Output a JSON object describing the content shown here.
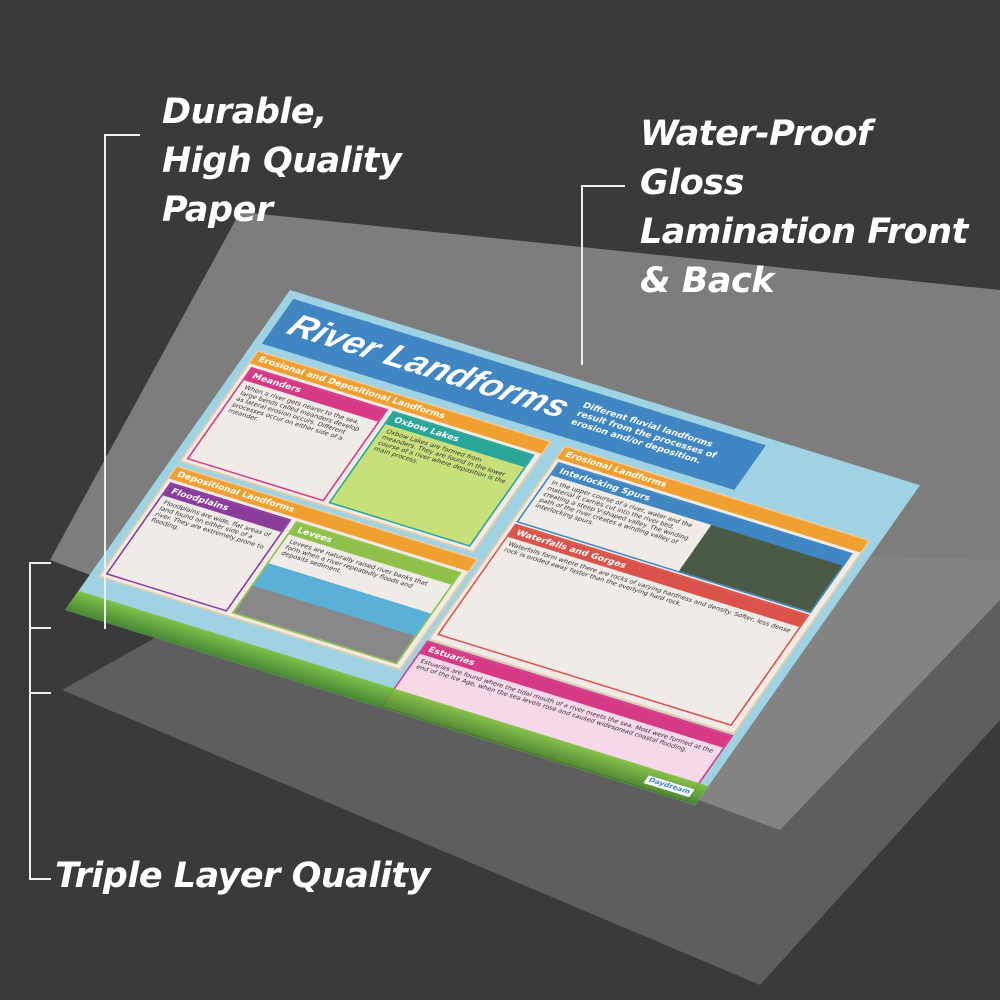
{
  "callouts": {
    "paper": "Durable, High Quality Paper",
    "lamination": "Water-Proof Gloss Lamination Front & Back",
    "layers": "Triple Layer Quality"
  },
  "poster": {
    "title": "River Landforms",
    "subtitle": "Different fluvial landforms result from the processes of erosion and/or deposition.",
    "sections": [
      {
        "heading": "Erosional and Depositional Landforms",
        "color": "#f0a030"
      },
      {
        "heading": "Meanders",
        "color": "#d63a85",
        "text": "When a river gets nearer to the sea, large bends called meanders develop as lateral erosion occurs. Different processes occur on either side of a meander."
      },
      {
        "heading": "Oxbow Lakes",
        "color": "#2aa59a",
        "text": "Oxbow Lakes are formed from meanders. They are found in the lower course of a river where deposition is the main process."
      },
      {
        "heading": "Erosional Landforms",
        "color": "#f0a030"
      },
      {
        "heading": "Interlocking Spurs",
        "color": "#3f86c2",
        "text": "In the upper course of a river, water and the material it carries cut into the river bed, creating a steep V-shaped valley. The winding path of the river creates a winding valley of interlocking spurs."
      },
      {
        "heading": "Waterfalls and Gorges",
        "color": "#d9534a",
        "text": "Waterfalls form where there are rocks of varying hardness and density. Softer, less dense rock is eroded away faster than the overlying hard rock."
      },
      {
        "heading": "Depositional Landforms",
        "color": "#f0a030"
      },
      {
        "heading": "Floodplains",
        "color": "#8a3c9a",
        "text": "Floodplains are wide, flat areas of land found on either side of a river. They are extremely prone to flooding."
      },
      {
        "heading": "Levees",
        "color": "#8fc14a",
        "text": "Levees are naturally raised river banks that form when a river repeatedly floods and deposits sediment."
      },
      {
        "heading": "Estuaries",
        "color": "#d63a85",
        "text": "Estuaries are found where the tidal mouth of a river meets the sea. Most were formed at the end of the Ice Age, when the sea levels rose and caused widespread coastal flooding."
      }
    ],
    "logo": "Daydream"
  },
  "colors": {
    "background": "#3a3a3a",
    "poster_sky": "#9fd3e3",
    "banner": "#3f86c2"
  }
}
